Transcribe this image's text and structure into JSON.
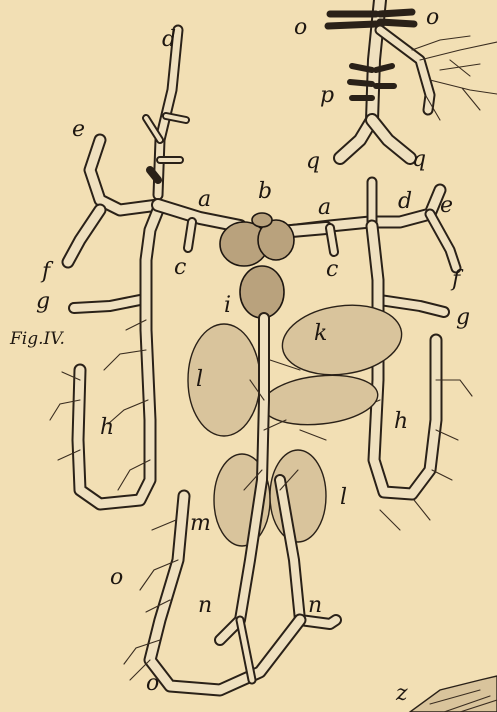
{
  "figure": {
    "label": "Fig.IV.",
    "letters": {
      "a": "a",
      "b": "b",
      "c": "c",
      "d": "d",
      "e": "e",
      "f": "f",
      "g": "g",
      "h": "h",
      "i": "i",
      "k": "k",
      "l": "l",
      "m": "m",
      "n": "n",
      "o": "o",
      "p": "p",
      "q": "q",
      "z": "z"
    }
  },
  "colors": {
    "paper": "#f2dfb4",
    "ink": "#2a2118",
    "stipple": "#d9c49c"
  }
}
